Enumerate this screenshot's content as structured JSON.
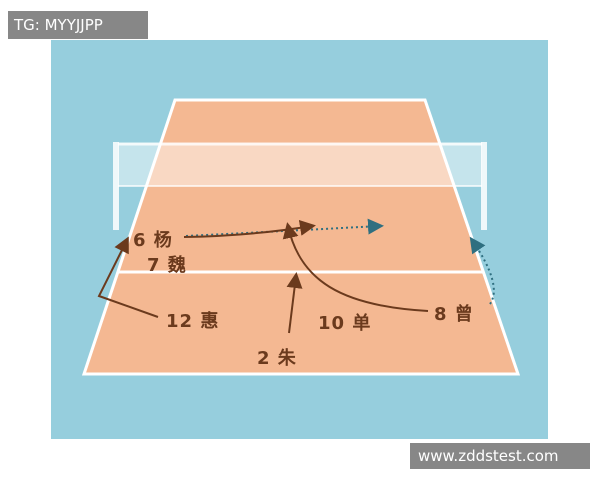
{
  "watermark_top": "TG: MYYJJPP",
  "watermark_bottom": "www.zddstest.com",
  "players": {
    "p6": "6 杨",
    "p7": "7 魏",
    "p12": "12 惠",
    "p10": "10 单",
    "p8": "8 曾",
    "p2": "2 朱"
  },
  "colors": {
    "background": "#96cedd",
    "court": "#f4b892",
    "lines": "#ffffff",
    "arrow_solid": "#6b3a1d",
    "arrow_dotted": "#2f6f80",
    "text": "#6b3a1d"
  }
}
